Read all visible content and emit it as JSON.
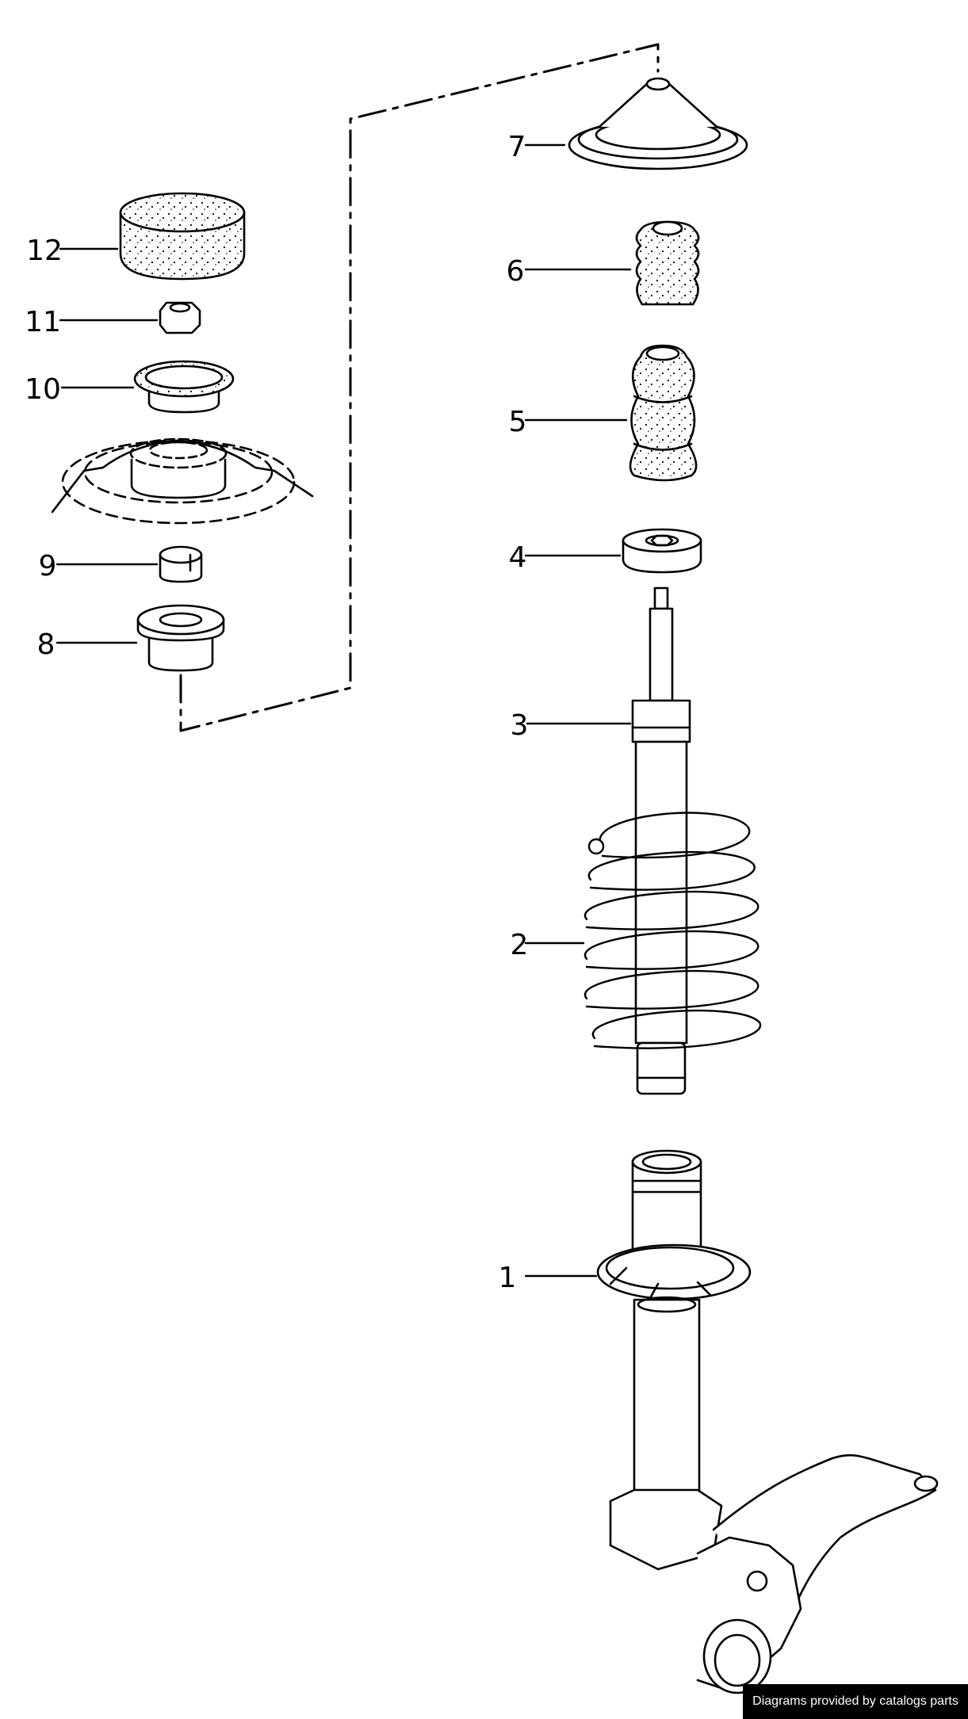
{
  "callouts": [
    {
      "id": "1",
      "label": "1"
    },
    {
      "id": "2",
      "label": "2"
    },
    {
      "id": "3",
      "label": "3"
    },
    {
      "id": "4",
      "label": "4"
    },
    {
      "id": "5",
      "label": "5"
    },
    {
      "id": "6",
      "label": "6"
    },
    {
      "id": "7",
      "label": "7"
    },
    {
      "id": "8",
      "label": "8"
    },
    {
      "id": "9",
      "label": "9"
    },
    {
      "id": "10",
      "label": "10"
    },
    {
      "id": "11",
      "label": "11"
    },
    {
      "id": "12",
      "label": "12"
    }
  ],
  "attribution": "Diagrams provided by catalogs parts"
}
